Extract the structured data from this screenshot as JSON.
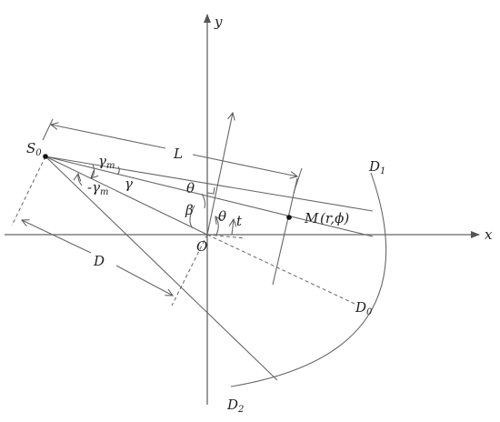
{
  "labels": {
    "x_axis": "x",
    "y_axis": "y",
    "source": "S",
    "source_sub": "0",
    "gamma_m": "γ",
    "gamma_m_sub": "m",
    "neg_gamma_m": "-γ",
    "neg_gamma_m_sub": "m",
    "gamma": "γ",
    "length": "L",
    "theta_top": "θ",
    "theta_origin": "θ",
    "beta": "β",
    "t": "t",
    "origin": "O",
    "point_m": "M",
    "point_m_coords": "(r,ϕ)",
    "distance": "D",
    "detector_1": "D",
    "detector_1_sub": "1",
    "detector_0": "D",
    "detector_0_sub": "0",
    "detector_2": "D",
    "detector_2_sub": "2"
  }
}
